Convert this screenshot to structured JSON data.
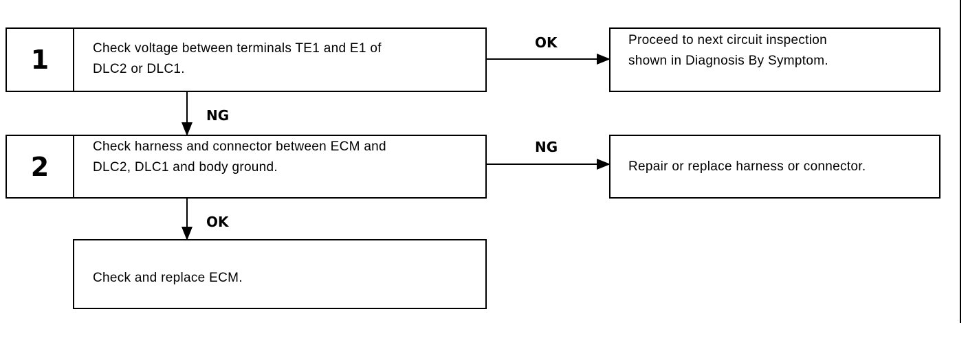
{
  "steps": [
    {
      "number": "1",
      "text": "Check voltage between terminals TE1 and E1 of\nDLC2 or DLC1."
    },
    {
      "number": "2",
      "text": "Check harness and connector between ECM and\nDLC2, DLC1 and body ground."
    }
  ],
  "results": [
    {
      "text": "Proceed to next circuit inspection\nshown in Diagnosis By Symptom."
    },
    {
      "text": "Repair or replace harness or connector."
    },
    {
      "text": "Check and replace ECM."
    }
  ],
  "labels": {
    "step1_right": "OK",
    "step1_down": "NG",
    "step2_right": "NG",
    "step2_down": "OK"
  }
}
